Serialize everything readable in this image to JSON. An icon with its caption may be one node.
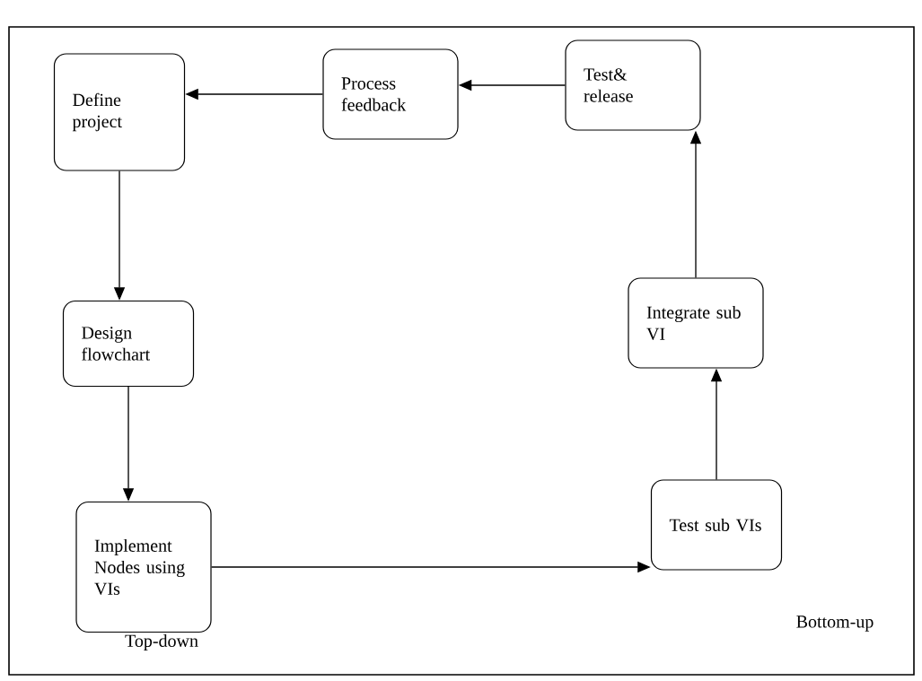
{
  "diagram": {
    "nodes": [
      {
        "text": [
          "Define project"
        ]
      },
      {
        "text": [
          "Process feedback"
        ]
      },
      {
        "text": [
          "Test& release"
        ]
      },
      {
        "text": [
          "Design flowchart"
        ]
      },
      {
        "text": [
          "Integrate sub VI"
        ]
      },
      {
        "text": [
          "Implement Nodes using VIs"
        ]
      },
      {
        "text": [
          "Test sub VIs"
        ]
      }
    ],
    "edges": [
      {
        "from": 0,
        "to": 3,
        "arrow": "to"
      },
      {
        "from": 3,
        "to": 5,
        "arrow": "to"
      },
      {
        "from": 5,
        "to": 6,
        "arrow": "to"
      },
      {
        "from": 6,
        "to": 4,
        "arrow": "to"
      },
      {
        "from": 4,
        "to": 2,
        "arrow": "to"
      },
      {
        "from": 2,
        "to": 1,
        "arrow": "to"
      },
      {
        "from": 1,
        "to": 0,
        "arrow": "to"
      }
    ],
    "labels": [
      "Bottom-up",
      "Top-down"
    ]
  }
}
